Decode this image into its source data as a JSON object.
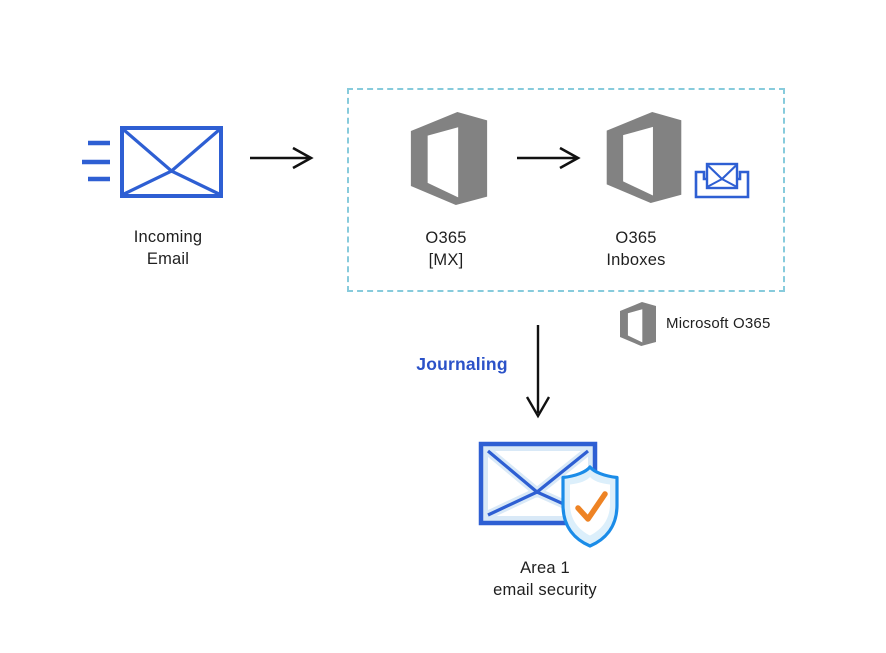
{
  "diagram": {
    "nodes": {
      "incoming_email": {
        "label": "Incoming\nEmail",
        "icon": "envelope-with-speed-lines"
      },
      "o365_mx": {
        "label": "O365\n[MX]",
        "icon": "office-365-logo"
      },
      "o365_inboxes": {
        "label": "O365\nInboxes",
        "icon": "office-365-logo-with-inbox-tray"
      },
      "area1": {
        "label": "Area 1\nemail security",
        "icon": "envelope-with-shield-check"
      }
    },
    "flow_label": "Journaling",
    "legend": {
      "label": "Microsoft O365",
      "icon": "office-365-logo"
    },
    "colors": {
      "envelope_blue": "#2e5fd3",
      "office_gray": "#828282",
      "zone_dash_blue": "#87cbdc",
      "journaling_blue": "#2b52c8",
      "shield_stroke_blue": "#1b8ce8",
      "shield_fill_blue": "#dceffb",
      "check_orange": "#ee8324",
      "pale_envelope_fill": "#d9e9f7",
      "arrow_black": "#111111",
      "text_black": "#1f1f1f"
    }
  }
}
